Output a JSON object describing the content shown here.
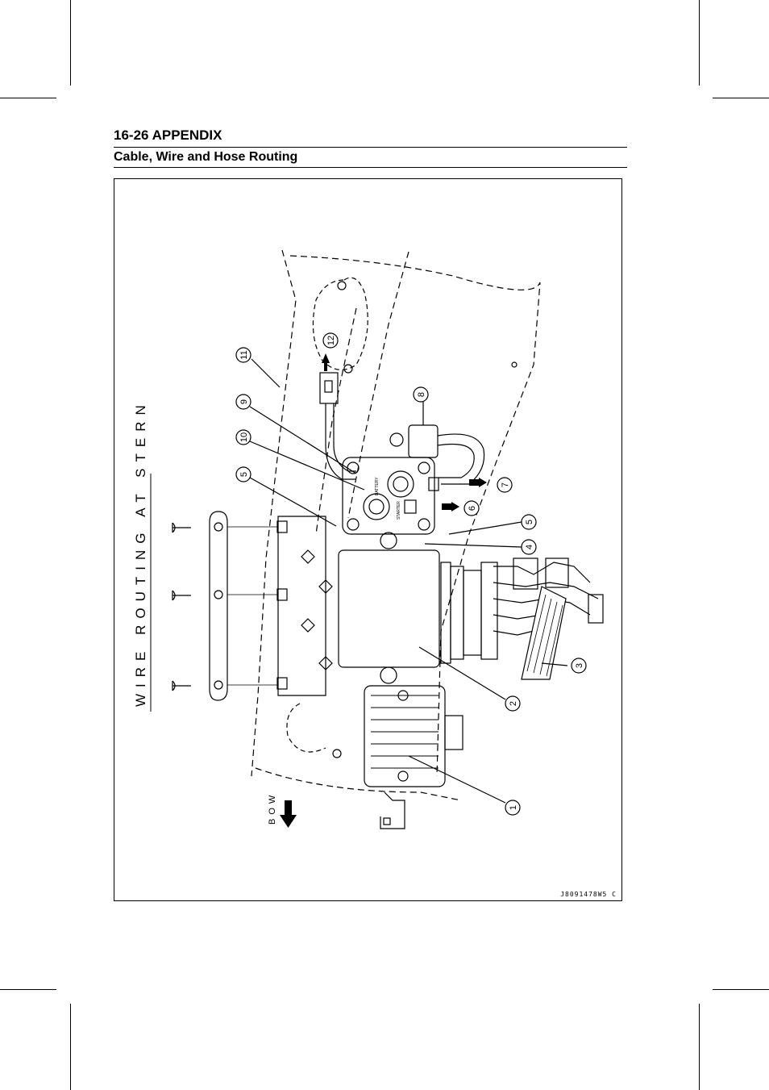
{
  "header": {
    "page_title": "16-26 APPENDIX",
    "section_title": "Cable, Wire and Hose Routing"
  },
  "figure": {
    "heading": "WIRE ROUTING AT STERN",
    "direction_label": "BOW",
    "figure_code": "J8091478W5 C",
    "callouts": [
      "1",
      "2",
      "3",
      "4",
      "5",
      "5",
      "6",
      "7",
      "8",
      "9",
      "10",
      "11",
      "12"
    ],
    "component_labels": [
      "STARTER",
      "BATTERY"
    ]
  }
}
